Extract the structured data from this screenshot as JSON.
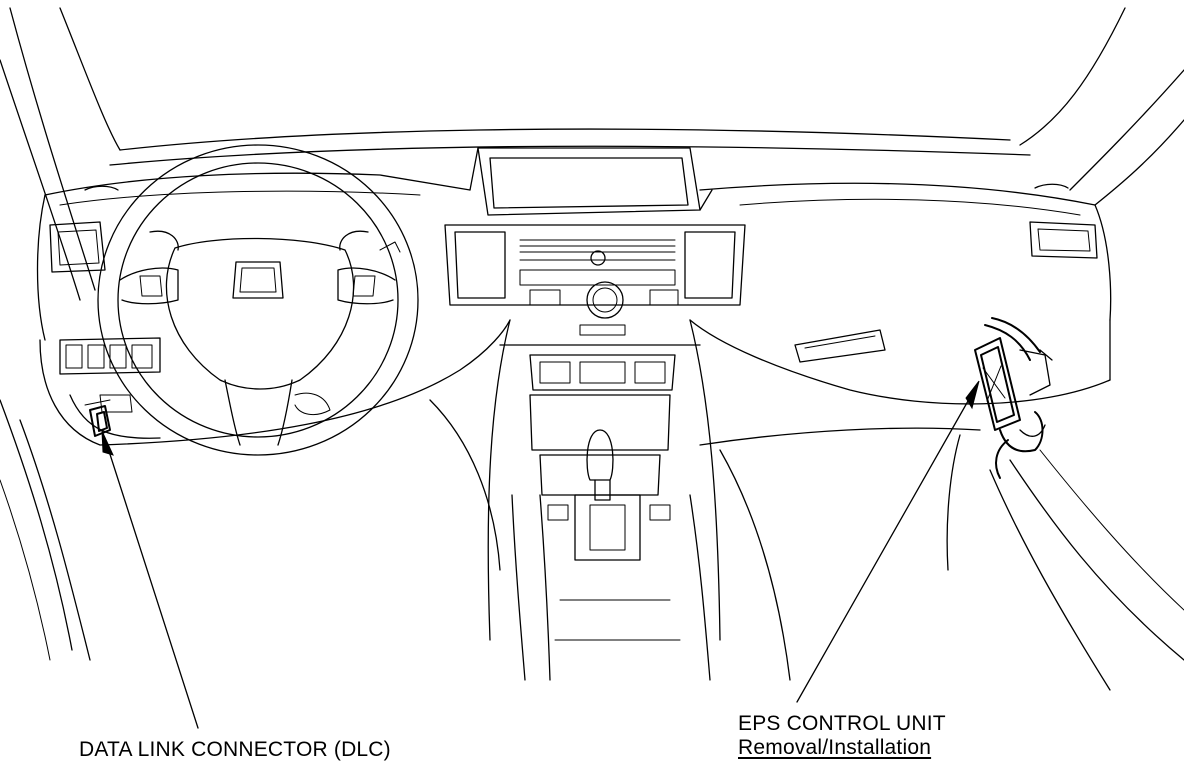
{
  "callouts": {
    "dlc": {
      "label": "DATA LINK CONNECTOR (DLC)"
    },
    "eps": {
      "label": "EPS CONTROL UNIT",
      "link": "Removal/Installation"
    }
  },
  "colors": {
    "line": "#000000",
    "background": "#ffffff"
  }
}
